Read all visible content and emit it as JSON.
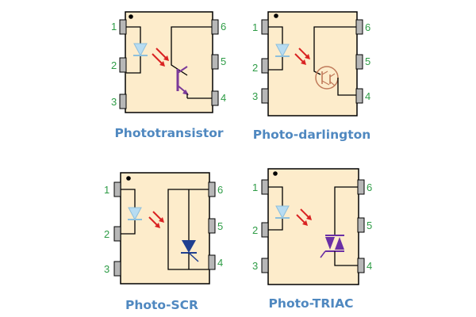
{
  "colors": {
    "body_fill": "#fdeccb",
    "pin_fill": "#b7b7b7",
    "led_fill": "#b7dcf2",
    "arrow": "#d92222",
    "transistor": "#7b3a9a",
    "darlington": "#c07a5a",
    "scr": "#1f3f90",
    "triac": "#6a2fa5",
    "caption": "#4f88c0",
    "pin_label": "#2e9c46"
  },
  "pins": [
    "1",
    "2",
    "3",
    "4",
    "5",
    "6"
  ],
  "packages": [
    {
      "key": "phototransistor",
      "caption": "Phototransistor",
      "device_icon": "phototransistor-icon"
    },
    {
      "key": "photo-darlington",
      "caption": "Photo-darlington",
      "device_icon": "darlington-icon"
    },
    {
      "key": "photo-scr",
      "caption": "Photo-SCR",
      "device_icon": "scr-icon"
    },
    {
      "key": "photo-triac",
      "caption": "Photo-TRIAC",
      "device_icon": "triac-icon"
    }
  ]
}
